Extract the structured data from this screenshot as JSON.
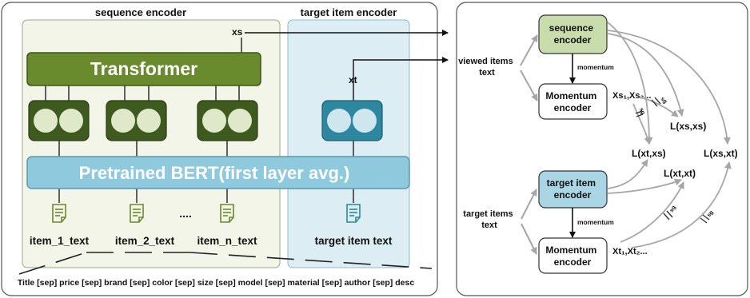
{
  "left_panel": {
    "sequence_encoder_title": "sequence encoder",
    "target_item_encoder_title": "target item encoder",
    "transformer_label": "Transformer",
    "bert_label": "Pretrained BERT(first layer avg.)",
    "xs_label": "xs",
    "xt_label": "xt",
    "items": [
      {
        "label": "item_1_text"
      },
      {
        "label": "item_2_text"
      },
      {
        "label": "item_n_text"
      }
    ],
    "ellipsis": "....",
    "target_item_label": "target item text",
    "footer_text": "Title [sep] price [sep] brand [sep] color [sep] size [sep] model [sep] material [sep] author [sep] desc"
  },
  "right_panel": {
    "viewed_items_label": [
      "viewed items",
      "text"
    ],
    "target_items_label": [
      "target items",
      "text"
    ],
    "sequence_encoder": [
      "sequence",
      "encoder"
    ],
    "momentum_encoder_top": [
      "Momentum",
      "encoder"
    ],
    "target_item_encoder": [
      "target item",
      "encoder"
    ],
    "momentum_encoder_bottom": [
      "Momentum",
      "encoder"
    ],
    "momentum_label_top": "momentum",
    "momentum_label_bottom": "momentum",
    "xs_queue": "Xs₁,Xs₂...",
    "xt_queue": "Xt₁,Xt₂...",
    "stop_grad": "sg",
    "losses": {
      "l_xs_xs": "L(xs,xs)",
      "l_xt_xs": "L(xt,xs)",
      "l_xs_xt": "L(xs,xt)",
      "l_xt_xt": "L(xt,xt)"
    }
  },
  "colors": {
    "transformer_green": "#6a8a2e",
    "cell_green": "#dfe9c9",
    "bert_blue": "#8ec9de",
    "target_blue": "#2e87a0",
    "target_panel_bg": "#dcedf4",
    "seq_panel_bg": "#f2f5e8",
    "seq_encoder_fill": "#c9dcab",
    "target_encoder_fill": "#a9d5e5",
    "momentum_fill": "#ffffff",
    "arrow_gray": "#a6a6a6"
  }
}
